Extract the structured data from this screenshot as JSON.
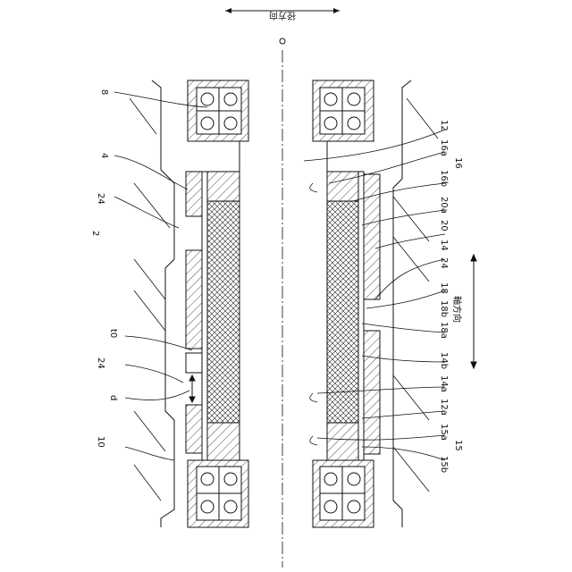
{
  "figure": {
    "labels": {
      "radial_direction": "径方向",
      "axis_label": "O",
      "axial_direction": "軸方向",
      "ref_8": "8",
      "ref_4": "4",
      "ref_24_upper": "24",
      "ref_2": "2",
      "ref_t0": "t0",
      "ref_24_lower": "24",
      "ref_d": "d",
      "ref_10": "10",
      "ref_12": "12",
      "ref_16a": "16a",
      "ref_16": "16",
      "ref_16b": "16b",
      "ref_20a": "20a",
      "ref_20": "20",
      "ref_14": "14",
      "ref_24_right": "24",
      "ref_18": "18",
      "ref_18b": "18b",
      "ref_18a": "18a",
      "ref_14b": "14b",
      "ref_14a": "14a",
      "ref_12a": "12a",
      "ref_15a": "15a",
      "ref_15": "15",
      "ref_15b": "15b"
    },
    "colors": {
      "line": "#111111",
      "background": "#ffffff"
    }
  }
}
